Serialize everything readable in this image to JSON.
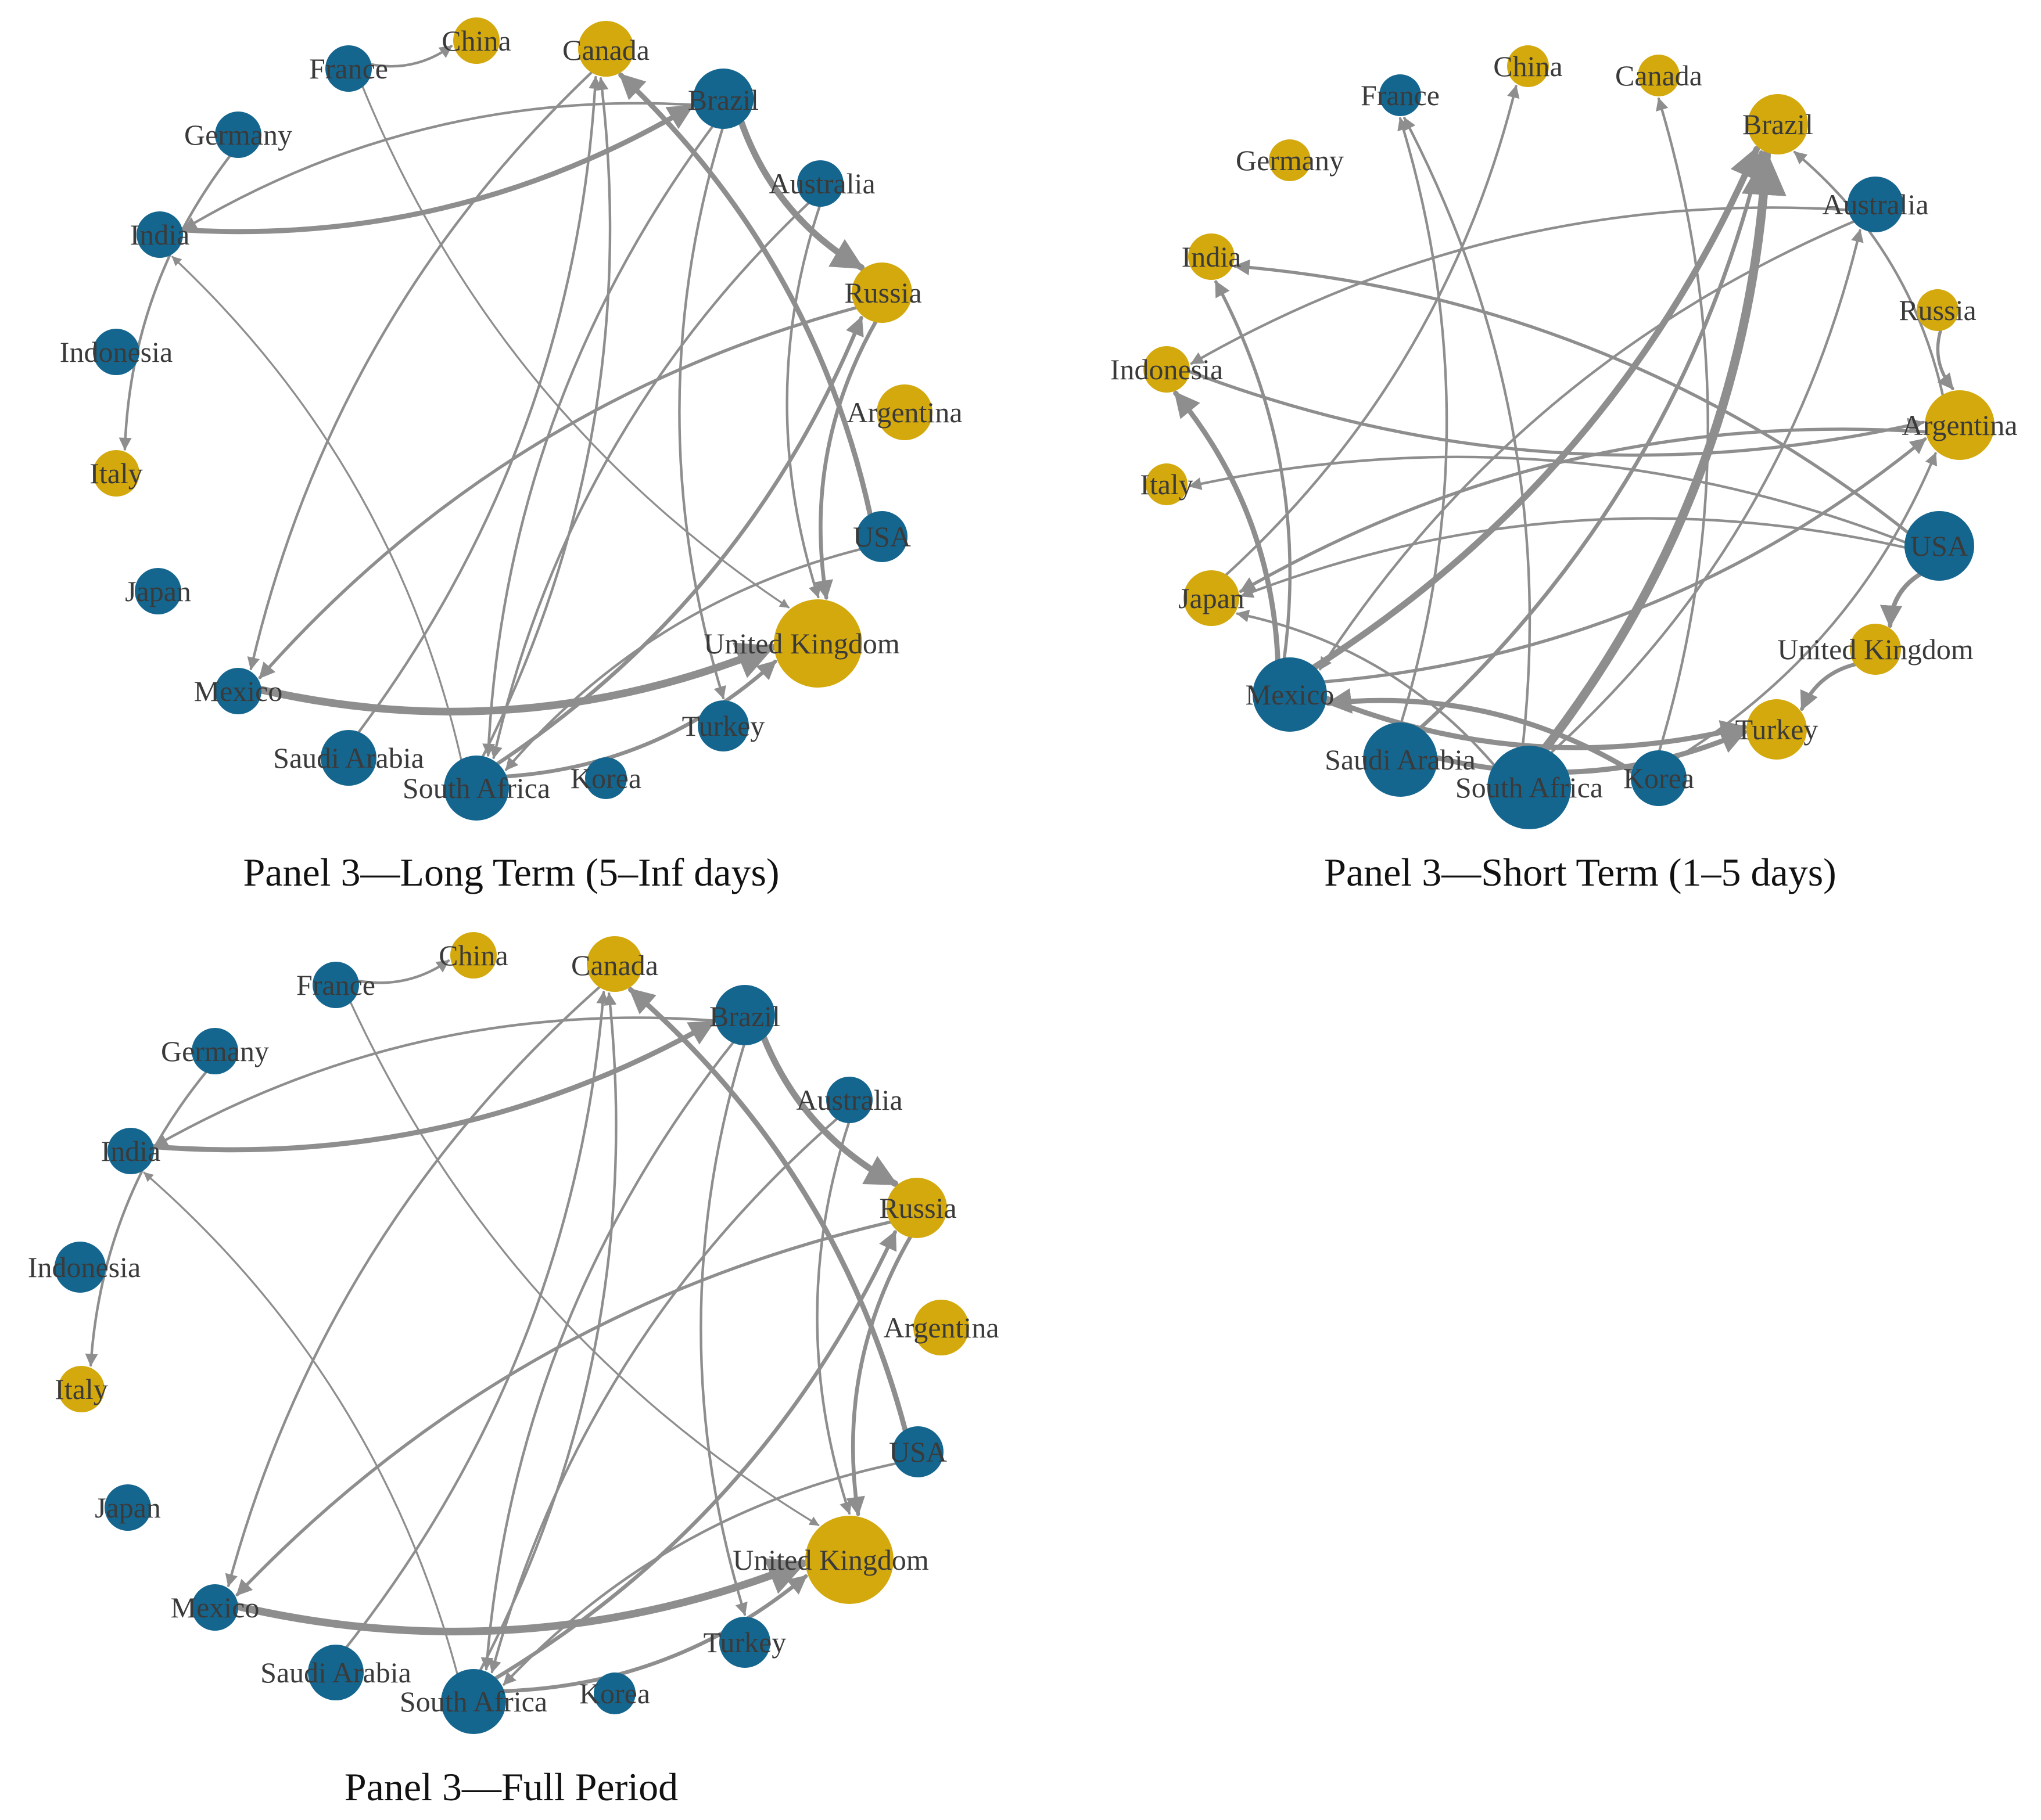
{
  "colors": {
    "net_receiver": "#15668f",
    "net_transmitter": "#d4a90d",
    "edge": "#8e8e8e"
  },
  "panels": [
    {
      "caption": "Panel 3—Long Term (5–Inf days)",
      "nodes": [
        {
          "id": "China",
          "color": "gold",
          "size": 1.0
        },
        {
          "id": "Canada",
          "color": "gold",
          "size": 1.2
        },
        {
          "id": "France",
          "color": "blue",
          "size": 1.0
        },
        {
          "id": "Brazil",
          "color": "blue",
          "size": 1.3
        },
        {
          "id": "Germany",
          "color": "blue",
          "size": 1.0
        },
        {
          "id": "Australia",
          "color": "blue",
          "size": 1.0
        },
        {
          "id": "India",
          "color": "blue",
          "size": 1.0
        },
        {
          "id": "Russia",
          "color": "gold",
          "size": 1.3
        },
        {
          "id": "Indonesia",
          "color": "blue",
          "size": 1.0
        },
        {
          "id": "Argentina",
          "color": "gold",
          "size": 1.2
        },
        {
          "id": "Italy",
          "color": "gold",
          "size": 1.0
        },
        {
          "id": "USA",
          "color": "blue",
          "size": 1.1
        },
        {
          "id": "Japan",
          "color": "blue",
          "size": 1.0
        },
        {
          "id": "United Kingdom",
          "color": "gold",
          "size": 1.9
        },
        {
          "id": "Mexico",
          "color": "blue",
          "size": 1.0
        },
        {
          "id": "Turkey",
          "color": "blue",
          "size": 1.1
        },
        {
          "id": "Saudi Arabia",
          "color": "blue",
          "size": 1.2
        },
        {
          "id": "South Africa",
          "color": "blue",
          "size": 1.4
        },
        {
          "id": "Korea",
          "color": "blue",
          "size": 0.9
        }
      ],
      "edges": [
        [
          "France",
          "China",
          2
        ],
        [
          "Germany",
          "Italy",
          2
        ],
        [
          "India",
          "Brazil",
          4
        ],
        [
          "Brazil",
          "India",
          2
        ],
        [
          "France",
          "United Kingdom",
          1.5
        ],
        [
          "USA",
          "Canada",
          4
        ],
        [
          "Canada",
          "Mexico",
          2
        ],
        [
          "Saudi Arabia",
          "Canada",
          2
        ],
        [
          "Brazil",
          "Russia",
          5
        ],
        [
          "Brazil",
          "South Africa",
          2
        ],
        [
          "Brazil",
          "Turkey",
          2
        ],
        [
          "Australia",
          "United Kingdom",
          2
        ],
        [
          "Russia",
          "United Kingdom",
          3
        ],
        [
          "Russia",
          "Mexico",
          2.5
        ],
        [
          "Mexico",
          "United Kingdom",
          6
        ],
        [
          "South Africa",
          "Canada",
          2
        ],
        [
          "South Africa",
          "Russia",
          3
        ],
        [
          "South Africa",
          "United Kingdom",
          3
        ],
        [
          "USA",
          "South Africa",
          2
        ],
        [
          "South Africa",
          "India",
          1.5
        ],
        [
          "Australia",
          "South Africa",
          2
        ]
      ]
    },
    {
      "caption": "Panel 3—Short Term (1–5 days)",
      "nodes": [
        {
          "id": "France",
          "color": "blue",
          "size": 0.9
        },
        {
          "id": "China",
          "color": "gold",
          "size": 0.9
        },
        {
          "id": "Canada",
          "color": "gold",
          "size": 0.9
        },
        {
          "id": "Germany",
          "color": "gold",
          "size": 0.9
        },
        {
          "id": "Brazil",
          "color": "gold",
          "size": 1.3
        },
        {
          "id": "Australia",
          "color": "blue",
          "size": 1.2
        },
        {
          "id": "India",
          "color": "gold",
          "size": 1.0
        },
        {
          "id": "Russia",
          "color": "gold",
          "size": 0.9
        },
        {
          "id": "Indonesia",
          "color": "gold",
          "size": 1.0
        },
        {
          "id": "Argentina",
          "color": "gold",
          "size": 1.5
        },
        {
          "id": "Italy",
          "color": "gold",
          "size": 0.9
        },
        {
          "id": "USA",
          "color": "blue",
          "size": 1.5
        },
        {
          "id": "Japan",
          "color": "gold",
          "size": 1.2
        },
        {
          "id": "United Kingdom",
          "color": "gold",
          "size": 1.1
        },
        {
          "id": "Mexico",
          "color": "blue",
          "size": 1.6
        },
        {
          "id": "Turkey",
          "color": "gold",
          "size": 1.3
        },
        {
          "id": "Saudi Arabia",
          "color": "blue",
          "size": 1.6
        },
        {
          "id": "South Africa",
          "color": "blue",
          "size": 1.8
        },
        {
          "id": "Korea",
          "color": "blue",
          "size": 1.2
        }
      ],
      "edges": [
        [
          "Saudi Arabia",
          "France",
          2
        ],
        [
          "South Africa",
          "France",
          2
        ],
        [
          "Japan",
          "China",
          2
        ],
        [
          "Korea",
          "Canada",
          2
        ],
        [
          "Mexico",
          "Brazil",
          5
        ],
        [
          "South Africa",
          "Brazil",
          7
        ],
        [
          "Saudi Arabia",
          "Brazil",
          3
        ],
        [
          "Argentina",
          "Brazil",
          2
        ],
        [
          "Russia",
          "Argentina",
          2.5
        ],
        [
          "Indonesia",
          "Argentina",
          2.5
        ],
        [
          "USA",
          "India",
          2.5
        ],
        [
          "Mexico",
          "Indonesia",
          4
        ],
        [
          "Mexico",
          "India",
          2.5
        ],
        [
          "Australia",
          "Indonesia",
          2
        ],
        [
          "Argentina",
          "Japan",
          2.5
        ],
        [
          "USA",
          "Italy",
          2
        ],
        [
          "Australia",
          "Mexico",
          2
        ],
        [
          "South Africa",
          "Australia",
          2
        ],
        [
          "USA",
          "United Kingdom",
          3.5
        ],
        [
          "United Kingdom",
          "Turkey",
          3
        ],
        [
          "Saudi Arabia",
          "Turkey",
          4
        ],
        [
          "Mexico",
          "Turkey",
          4
        ],
        [
          "Korea",
          "Mexico",
          4
        ],
        [
          "South Africa",
          "Japan",
          2
        ],
        [
          "Korea",
          "Argentina",
          2
        ],
        [
          "Mexico",
          "Argentina",
          2.5
        ],
        [
          "USA",
          "Japan",
          2
        ]
      ]
    },
    {
      "caption": "Panel 3—Full Period",
      "nodes": [
        {
          "id": "China",
          "color": "gold",
          "size": 1.0
        },
        {
          "id": "Canada",
          "color": "gold",
          "size": 1.2
        },
        {
          "id": "France",
          "color": "blue",
          "size": 1.0
        },
        {
          "id": "Brazil",
          "color": "blue",
          "size": 1.3
        },
        {
          "id": "Germany",
          "color": "blue",
          "size": 1.0
        },
        {
          "id": "Australia",
          "color": "blue",
          "size": 1.0
        },
        {
          "id": "India",
          "color": "blue",
          "size": 1.0
        },
        {
          "id": "Russia",
          "color": "gold",
          "size": 1.3
        },
        {
          "id": "Indonesia",
          "color": "blue",
          "size": 1.1
        },
        {
          "id": "Argentina",
          "color": "gold",
          "size": 1.2
        },
        {
          "id": "Italy",
          "color": "gold",
          "size": 1.0
        },
        {
          "id": "USA",
          "color": "blue",
          "size": 1.1
        },
        {
          "id": "Japan",
          "color": "blue",
          "size": 1.0
        },
        {
          "id": "United Kingdom",
          "color": "gold",
          "size": 1.9
        },
        {
          "id": "Mexico",
          "color": "blue",
          "size": 1.0
        },
        {
          "id": "Turkey",
          "color": "blue",
          "size": 1.1
        },
        {
          "id": "Saudi Arabia",
          "color": "blue",
          "size": 1.2
        },
        {
          "id": "South Africa",
          "color": "blue",
          "size": 1.4
        },
        {
          "id": "Korea",
          "color": "blue",
          "size": 0.9
        }
      ],
      "edges": [
        [
          "France",
          "China",
          2
        ],
        [
          "Germany",
          "Italy",
          2
        ],
        [
          "India",
          "Brazil",
          4
        ],
        [
          "Brazil",
          "India",
          2
        ],
        [
          "France",
          "United Kingdom",
          1.5
        ],
        [
          "USA",
          "Canada",
          4
        ],
        [
          "Canada",
          "Mexico",
          2
        ],
        [
          "Saudi Arabia",
          "Canada",
          2
        ],
        [
          "Brazil",
          "Russia",
          5
        ],
        [
          "Brazil",
          "South Africa",
          2
        ],
        [
          "Brazil",
          "Turkey",
          2
        ],
        [
          "Australia",
          "United Kingdom",
          2
        ],
        [
          "Russia",
          "United Kingdom",
          3
        ],
        [
          "Russia",
          "Mexico",
          2.5
        ],
        [
          "Mexico",
          "United Kingdom",
          6
        ],
        [
          "South Africa",
          "Canada",
          2
        ],
        [
          "South Africa",
          "Russia",
          3
        ],
        [
          "South Africa",
          "United Kingdom",
          3
        ],
        [
          "USA",
          "South Africa",
          2
        ],
        [
          "South Africa",
          "India",
          1.5
        ],
        [
          "Australia",
          "South Africa",
          2
        ]
      ]
    }
  ]
}
